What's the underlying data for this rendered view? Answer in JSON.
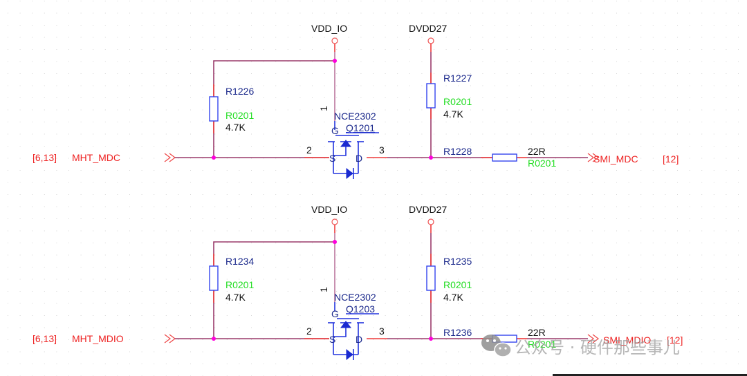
{
  "circuits": [
    {
      "id": "mdc",
      "left_net": {
        "sheet_ref": "[6,13]",
        "name": "MHT_MDC"
      },
      "right_net": {
        "name": "SMI_MDC",
        "sheet_ref": "[12]"
      },
      "power_left": "VDD_IO",
      "power_right": "DVDD27",
      "pullup_left": {
        "ref": "R1226",
        "footprint": "R0201",
        "value": "4.7K"
      },
      "pullup_right": {
        "ref": "R1227",
        "footprint": "R0201",
        "value": "4.7K"
      },
      "series_resistor": {
        "ref": "R1228",
        "footprint": "R0201",
        "value": "22R"
      },
      "mosfet": {
        "part": "NCE2302",
        "ref": "Q1201",
        "gate_pin": "1",
        "source_pin": "2",
        "drain_pin": "3",
        "g": "G",
        "s": "S",
        "d": "D"
      }
    },
    {
      "id": "mdio",
      "left_net": {
        "sheet_ref": "[6,13]",
        "name": "MHT_MDIO"
      },
      "right_net": {
        "name": "SMI_MDIO",
        "sheet_ref": "[12]"
      },
      "power_left": "VDD_IO",
      "power_right": "DVDD27",
      "pullup_left": {
        "ref": "R1234",
        "footprint": "R0201",
        "value": "4.7K"
      },
      "pullup_right": {
        "ref": "R1235",
        "footprint": "R0201",
        "value": "4.7K"
      },
      "series_resistor": {
        "ref": "R1236",
        "footprint": "R0201",
        "value": "22R"
      },
      "mosfet": {
        "part": "NCE2302",
        "ref": "Q1203",
        "gate_pin": "1",
        "source_pin": "2",
        "drain_pin": "3",
        "g": "G",
        "s": "S",
        "d": "D"
      }
    }
  ],
  "watermark": {
    "icon": "wechat-icon",
    "text": "公众号 · 硬件那些事儿"
  },
  "colors": {
    "net_label": "#ee2222",
    "designator": "#1c2a8c",
    "footprint": "#22dd22",
    "value": "#111111",
    "junction": "#ff00dd",
    "component_body": "#3344ee"
  }
}
